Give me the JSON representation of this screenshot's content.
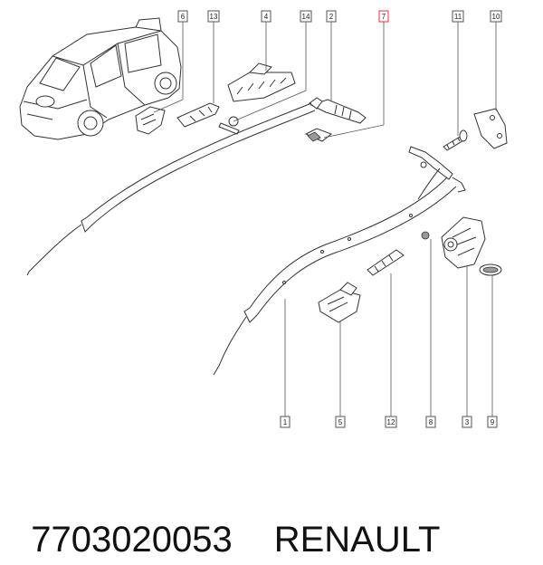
{
  "callouts": [
    {
      "id": "6",
      "highlighted": false
    },
    {
      "id": "13",
      "highlighted": false
    },
    {
      "id": "4",
      "highlighted": false
    },
    {
      "id": "14",
      "highlighted": false
    },
    {
      "id": "2",
      "highlighted": false
    },
    {
      "id": "7",
      "highlighted": true
    },
    {
      "id": "11",
      "highlighted": false
    },
    {
      "id": "10",
      "highlighted": false
    },
    {
      "id": "1",
      "highlighted": false
    },
    {
      "id": "5",
      "highlighted": false
    },
    {
      "id": "12",
      "highlighted": false
    },
    {
      "id": "8",
      "highlighted": false
    },
    {
      "id": "3",
      "highlighted": false
    },
    {
      "id": "9",
      "highlighted": false
    }
  ],
  "caption": {
    "part_number": "7703020053",
    "brand": "RENAULT"
  },
  "colors": {
    "line": "#333333",
    "highlight_box": "#e0303a"
  }
}
